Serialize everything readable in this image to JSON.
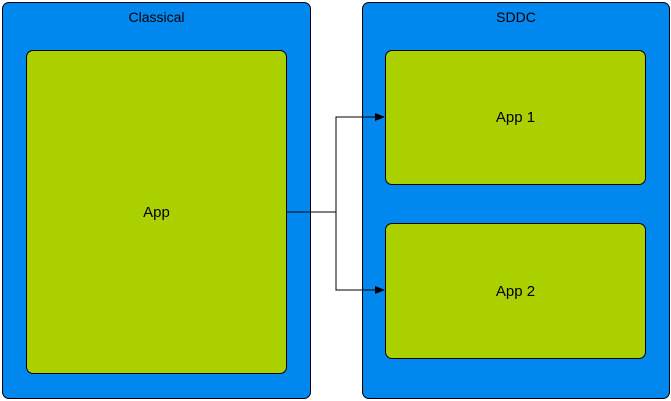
{
  "containers": {
    "classical": {
      "title": "Classical"
    },
    "sddc": {
      "title": "SDDC"
    }
  },
  "apps": {
    "main": {
      "label": "App"
    },
    "one": {
      "label": "App 1"
    },
    "two": {
      "label": "App 2"
    }
  },
  "colors": {
    "container_fill": "#0088ee",
    "app_fill": "#aad000",
    "stroke": "#000000"
  }
}
